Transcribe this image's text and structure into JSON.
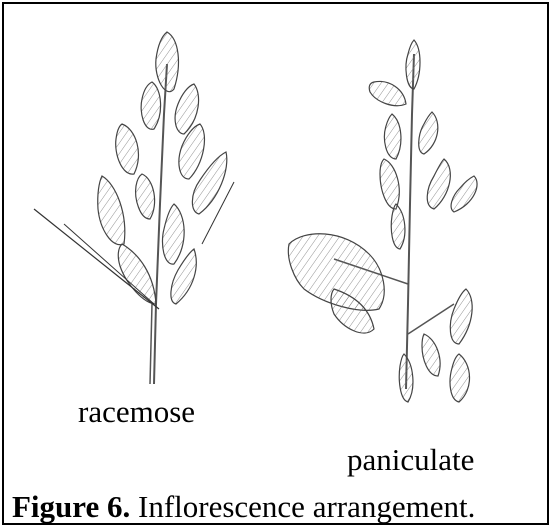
{
  "figure": {
    "labels": {
      "left": "racemose",
      "right": "paniculate"
    },
    "caption": {
      "number": "Figure 6.",
      "text": " Inflorescence arrangement."
    },
    "colors": {
      "ink": "#000000",
      "sketch": "#555555",
      "background": "#ffffff"
    }
  }
}
